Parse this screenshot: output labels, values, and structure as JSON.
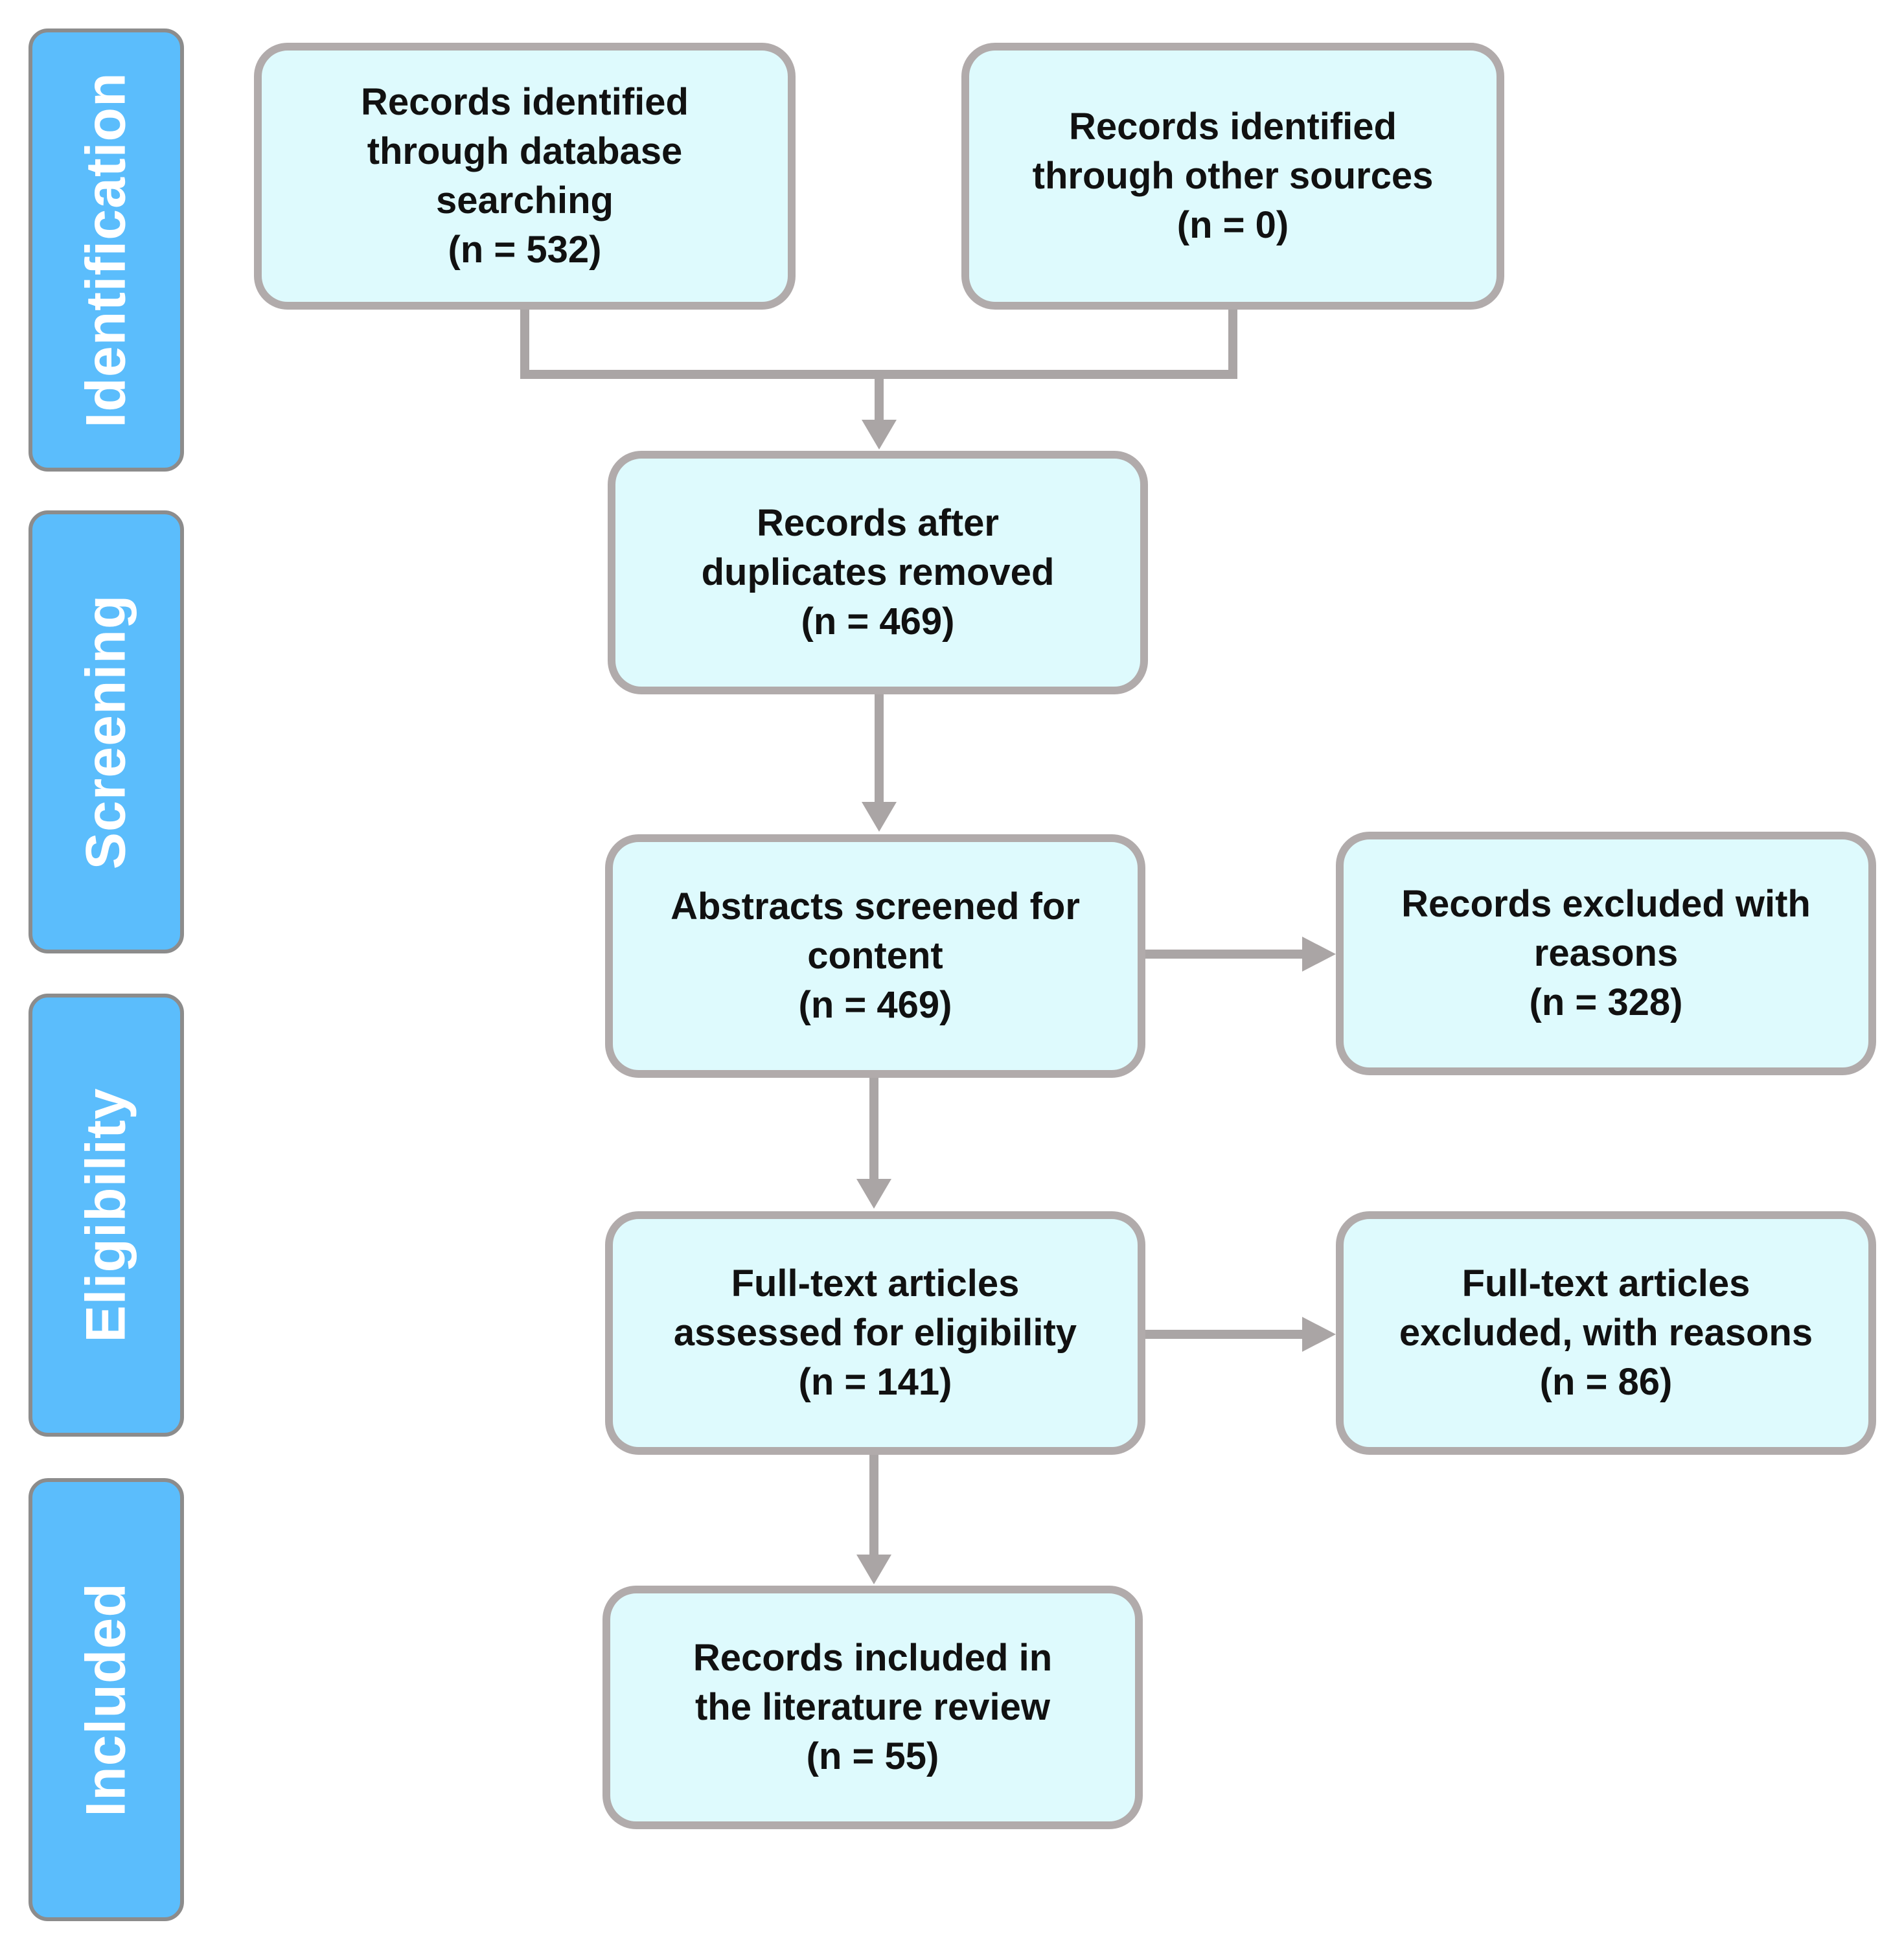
{
  "stages": {
    "identification": "Identification",
    "screening": "Screening",
    "eligibility": "Eligibility",
    "included": "Included"
  },
  "boxes": {
    "database_search": {
      "label": "Records identified\nthrough database\nsearching",
      "count": "(n = 532)"
    },
    "other_sources": {
      "label": "Records identified\nthrough other sources",
      "count": "(n = 0)"
    },
    "after_duplicates": {
      "label": "Records after\nduplicates removed",
      "count": "(n = 469)"
    },
    "abstracts_screened": {
      "label": "Abstracts screened for\ncontent",
      "count": "(n = 469)"
    },
    "records_excluded": {
      "label": "Records excluded with\nreasons",
      "count": "(n = 328)"
    },
    "fulltext_assessed": {
      "label": "Full-text articles\nassessed for eligibility",
      "count": "(n = 141)"
    },
    "fulltext_excluded": {
      "label": "Full-text articles\nexcluded, with reasons",
      "count": "(n = 86)"
    },
    "included_review": {
      "label": "Records included in\nthe literature review",
      "count": "(n = 55)"
    }
  },
  "colors": {
    "stage_fill": "#5bbdfc",
    "box_fill": "#defafd",
    "box_border": "#b1abab",
    "connector": "#aaa5a5"
  }
}
